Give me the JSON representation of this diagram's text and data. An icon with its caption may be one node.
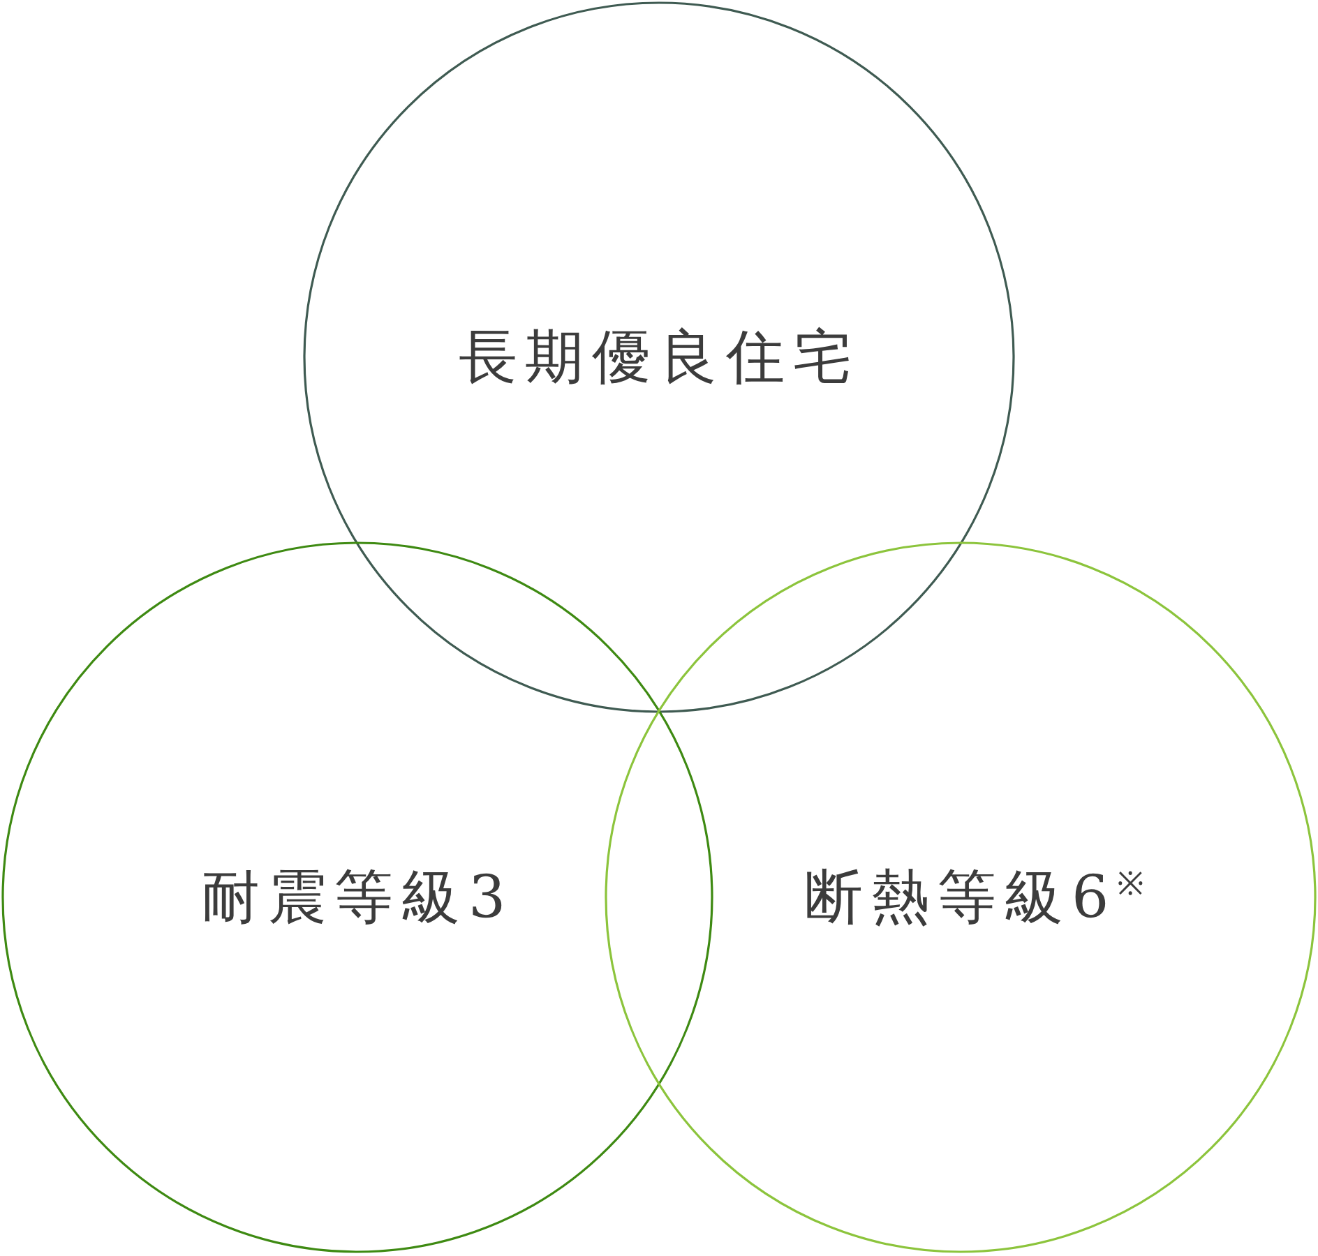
{
  "diagram": {
    "nodes": [
      {
        "text": [
          "長期優良住宅"
        ]
      },
      {
        "text": [
          "耐震等級3"
        ]
      },
      {
        "text": [
          "断熱等級6$^{※}$"
        ]
      }
    ]
  }
}
